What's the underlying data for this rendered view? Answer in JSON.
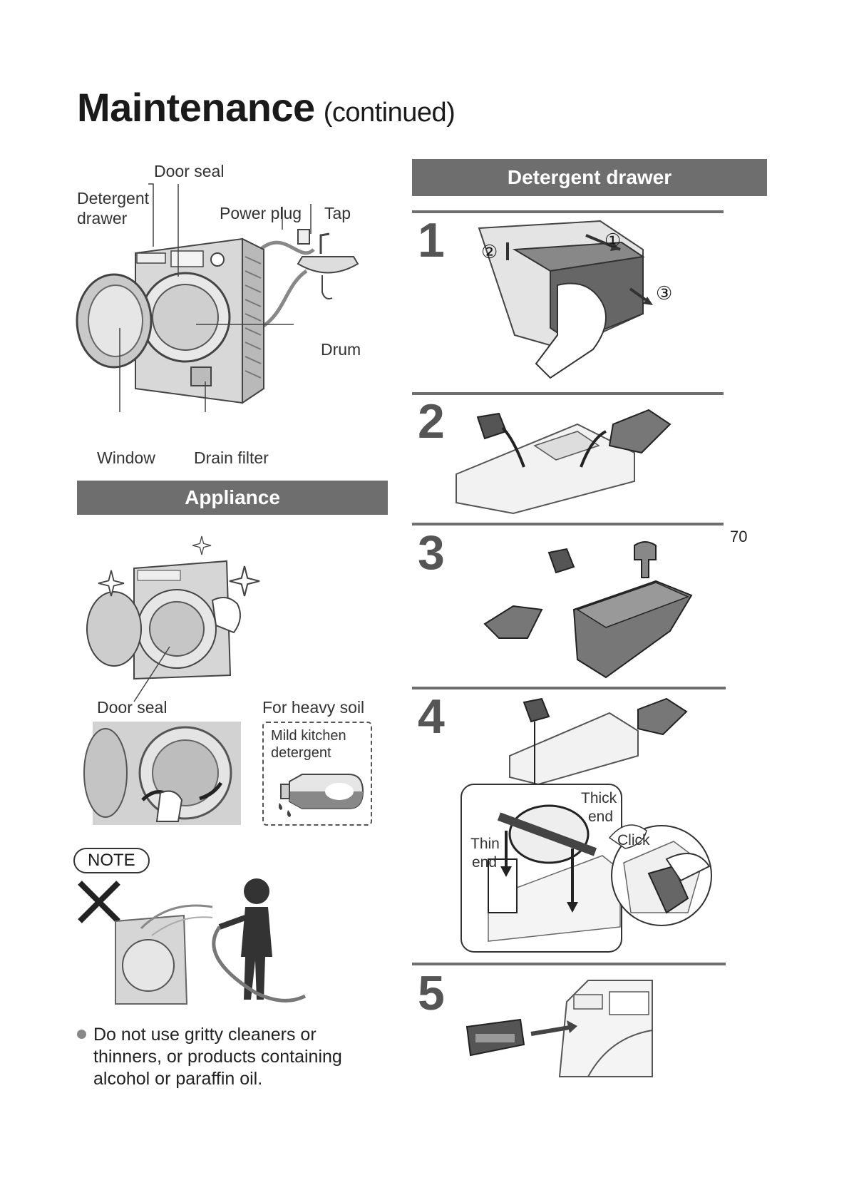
{
  "page": {
    "title": "Maintenance",
    "title_suffix": "(continued)",
    "page_number": "70"
  },
  "diagram_labels": {
    "door_seal": "Door seal",
    "detergent_drawer_line1": "Detergent",
    "detergent_drawer_line2": "drawer",
    "power_plug": "Power plug",
    "tap": "Tap",
    "drum": "Drum",
    "window": "Window",
    "drain_filter": "Drain filter"
  },
  "appliance": {
    "header": "Appliance",
    "door_seal": "Door seal",
    "heavy_soil": "For heavy soil",
    "mild_line1": "Mild kitchen",
    "mild_line2": "detergent",
    "note_label": "NOTE",
    "note_text_line1": "Do not use gritty cleaners or",
    "note_text_line2": "thinners, or products containing",
    "note_text_line3": "alcohol or paraffin oil."
  },
  "detergent_drawer": {
    "header": "Detergent drawer",
    "steps": [
      "1",
      "2",
      "3",
      "4",
      "5"
    ],
    "step1_markers": [
      "①",
      "②",
      "③"
    ],
    "step4_labels": {
      "thick_line1": "Thick",
      "thick_line2": "end",
      "thin_line1": "Thin",
      "thin_line2": "end",
      "click": "Click"
    }
  }
}
